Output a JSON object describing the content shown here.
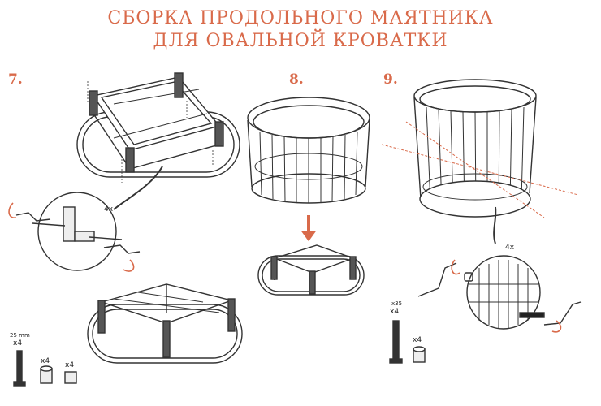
{
  "title": {
    "line1": "СБОРКА ПРОДОЛЬНОГО МАЯТНИКА",
    "line2": "ДЛЯ ОВАЛЬНОЙ КРОВАТКИ"
  },
  "steps": [
    "7.",
    "8.",
    "9."
  ],
  "callouts": {
    "step7_detail": "4x",
    "step9_detail": "4x"
  },
  "parts_left": {
    "bolt_size": "25 mm",
    "bolt_qty": "x4",
    "washer_qty": "x4",
    "nut_qty": "x4"
  },
  "parts_right": {
    "bolt_size": "x35",
    "bolt_qty": "x4",
    "nut_qty": "x4"
  },
  "colors": {
    "accent": "#d96a4a",
    "line": "#333333"
  }
}
